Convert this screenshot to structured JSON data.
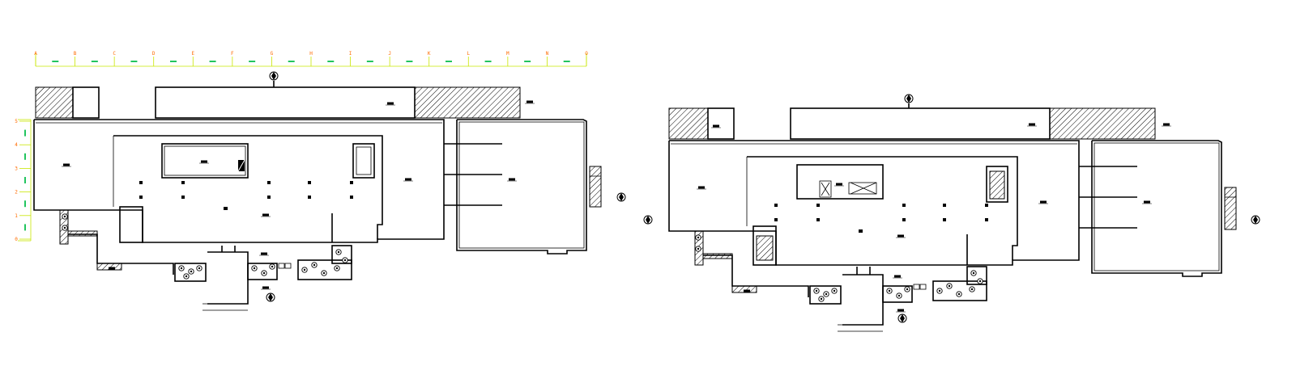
{
  "drawing": {
    "type": "architectural-floor-plan",
    "plans": [
      "plan-left",
      "plan-right"
    ],
    "colors": {
      "background": "#ffffff",
      "linework": "#000000",
      "grid_line": "#c8e600",
      "grid_dim": "#22c55e",
      "grid_label": "#ff6a00"
    },
    "grid_axis_top": [
      "A",
      "B",
      "C",
      "D",
      "E",
      "F",
      "G",
      "H",
      "I",
      "J",
      "K",
      "L",
      "M",
      "N",
      "O"
    ],
    "grid_axis_left": [
      "5",
      "4",
      "3",
      "2",
      "1",
      "0"
    ]
  }
}
